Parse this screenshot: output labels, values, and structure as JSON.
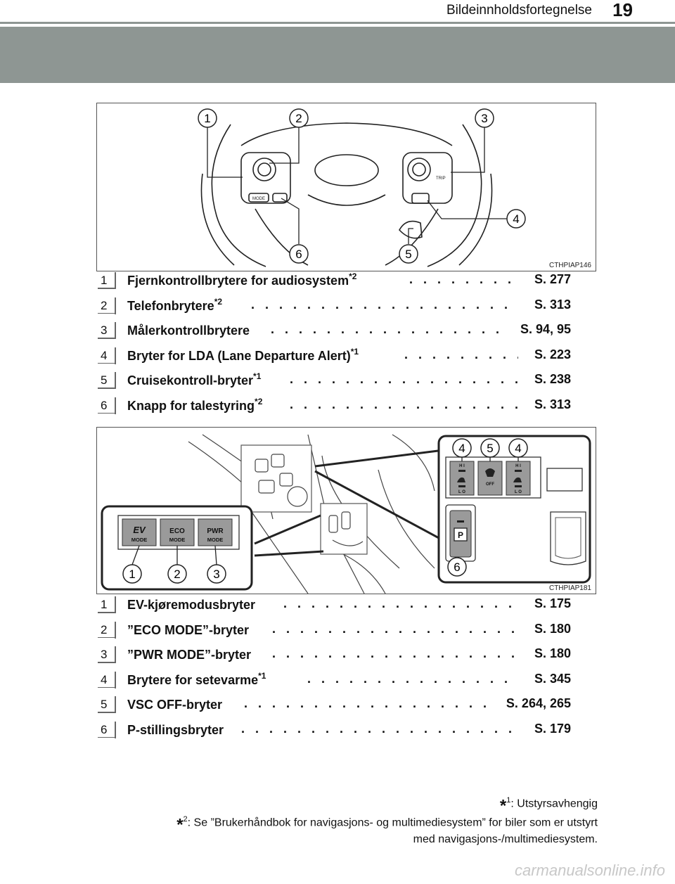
{
  "header": {
    "title": "Bildeinnholdsfortegnelse",
    "page_number": "19"
  },
  "figure1": {
    "code": "CTHPIAP146",
    "callouts": [
      "1",
      "2",
      "3",
      "4",
      "5",
      "6"
    ],
    "button_labels": {
      "mode": "MODE",
      "trip": "TRIP"
    }
  },
  "list1": [
    {
      "num": "1",
      "label": "Fjernkontrollbrytere for audiosystem",
      "sup": "*2",
      "page": "S. 277"
    },
    {
      "num": "2",
      "label": "Telefonbrytere",
      "sup": "*2",
      "page": "S. 313"
    },
    {
      "num": "3",
      "label": "Målerkontrollbrytere",
      "sup": "",
      "page": "S. 94, 95"
    },
    {
      "num": "4",
      "label": "Bryter for LDA (Lane Departure Alert)",
      "sup": "*1",
      "page": "S. 223"
    },
    {
      "num": "5",
      "label": "Cruisekontroll-bryter",
      "sup": "*1",
      "page": "S. 238"
    },
    {
      "num": "6",
      "label": "Knapp for talestyring",
      "sup": "*2",
      "page": "S. 313"
    }
  ],
  "figure2": {
    "code": "CTHPIAP181",
    "callouts": [
      "1",
      "2",
      "3",
      "4",
      "5",
      "4",
      "6"
    ],
    "mode_buttons": [
      {
        "top": "EV",
        "bottom": "MODE"
      },
      {
        "top": "ECO",
        "bottom": "MODE"
      },
      {
        "top": "PWR",
        "bottom": "MODE"
      }
    ],
    "seat_labels": {
      "hi": "H I",
      "lo": "L O",
      "off": "OFF",
      "p": "P"
    }
  },
  "list2": [
    {
      "num": "1",
      "label": "EV-kjøremodusbryter",
      "sup": "",
      "page": "S. 175"
    },
    {
      "num": "2",
      "label": "”ECO MODE”-bryter",
      "sup": "",
      "page": "S. 180"
    },
    {
      "num": "3",
      "label": "”PWR MODE”-bryter",
      "sup": "",
      "page": "S. 180"
    },
    {
      "num": "4",
      "label": "Brytere for setevarme",
      "sup": "*1",
      "page": "S. 345"
    },
    {
      "num": "5",
      "label": "VSC OFF-bryter",
      "sup": "",
      "page": "S. 264, 265"
    },
    {
      "num": "6",
      "label": "P-stillingsbryter",
      "sup": "",
      "page": "S. 179"
    }
  ],
  "footnotes": {
    "note1_mark": "*",
    "note1_sup": "1",
    "note1_text": ": Utstyrsavhengig",
    "note2_mark": "*",
    "note2_sup": "2",
    "note2_text_line1": ": Se ”Brukerhåndbok for navigasjons- og multimediesystem” for biler som er utstyrt",
    "note2_text_line2": "med navigasjons-/multimediesystem."
  },
  "watermark": "carmanualsonline.info"
}
